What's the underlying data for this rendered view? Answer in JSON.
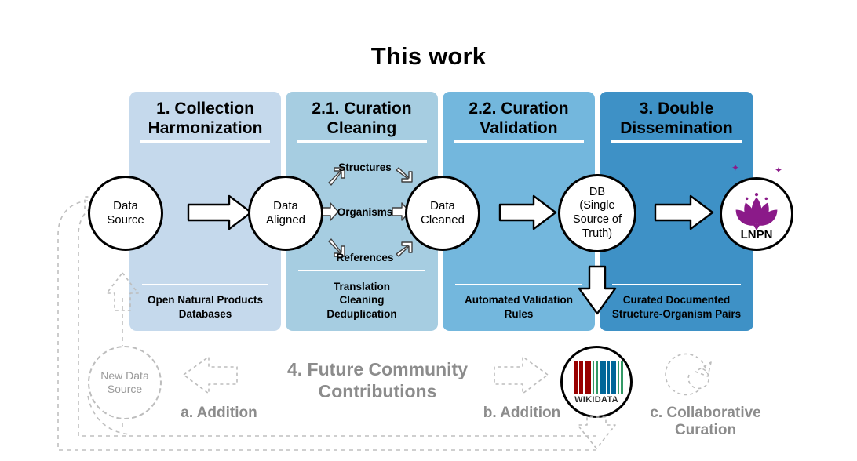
{
  "title": "This work",
  "panels": [
    {
      "id": "collection",
      "heading": "1. Collection\nHarmonization",
      "footer": "Open Natural Products\nDatabases",
      "color": "#c5d9ec"
    },
    {
      "id": "curation-cleaning",
      "heading": "2.1. Curation\nCleaning",
      "footer": "Translation\nCleaning\nDeduplication",
      "color": "#a6cde1"
    },
    {
      "id": "curation-validation",
      "heading": "2.2. Curation\nValidation",
      "footer": "Automated Validation\nRules",
      "color": "#73b7dd"
    },
    {
      "id": "dissemination",
      "heading": "3. Double\nDissemination",
      "footer": "Curated Documented\nStructure-Organism Pairs",
      "color": "#3e91c6"
    }
  ],
  "nodes": {
    "data_source": "Data\nSource",
    "data_aligned": "Data\nAligned",
    "data_cleaned": "Data\nCleaned",
    "db": "DB\n(Single\nSource of\nTruth)",
    "lnpn": "LNPN",
    "wikidata": "WIKIDATA",
    "new_data_source": "New Data\nSource"
  },
  "branches": {
    "structures": "Structures",
    "organisms": "Organisms",
    "references": "References"
  },
  "future": {
    "title": "4. Future Community\nContributions",
    "step_a": "a. Addition",
    "step_b": "b. Addition",
    "step_c": "c. Collaborative\nCuration"
  },
  "colors": {
    "panel_1": "#c5d9ec",
    "panel_2": "#a6cde1",
    "panel_3": "#73b7dd",
    "panel_4": "#3e91c6",
    "grey_text": "#8c8c8c",
    "lnpn_purple": "#8b1a89",
    "wikidata_red": "#990000",
    "wikidata_green": "#339966",
    "wikidata_blue": "#006699"
  },
  "wikidata_bars": [
    {
      "color": "#990000",
      "width": 5
    },
    {
      "color": "#990000",
      "width": 5
    },
    {
      "color": "#990000",
      "width": 9
    },
    {
      "color": "#339966",
      "width": 3
    },
    {
      "color": "#339966",
      "width": 3
    },
    {
      "color": "#006699",
      "width": 9
    },
    {
      "color": "#006699",
      "width": 3
    },
    {
      "color": "#006699",
      "width": 7
    },
    {
      "color": "#339966",
      "width": 3
    },
    {
      "color": "#339966",
      "width": 3
    }
  ]
}
